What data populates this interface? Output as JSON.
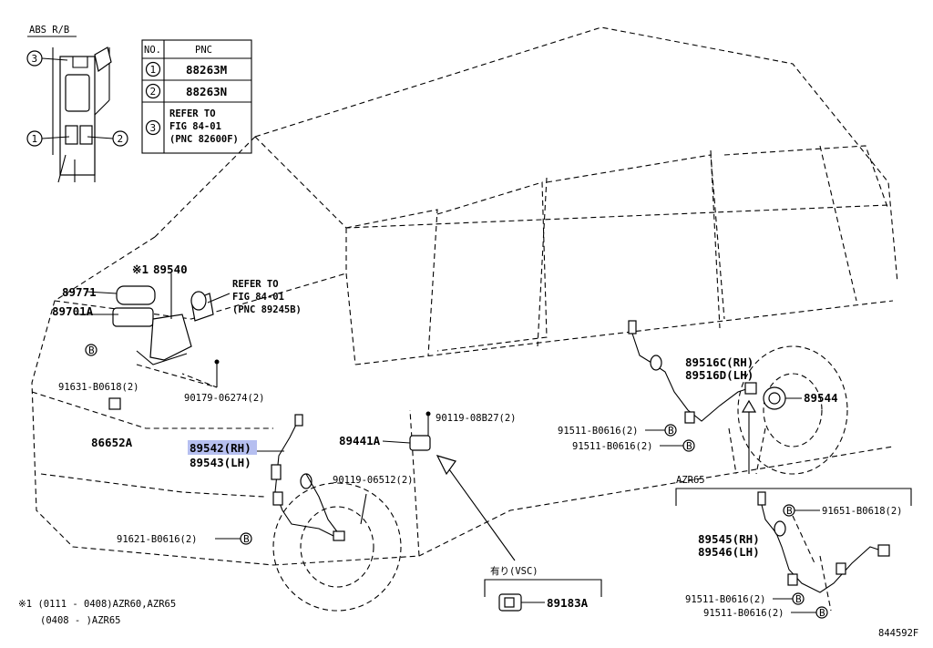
{
  "abs_rb": {
    "title": "ABS R/B",
    "callout_1": "1",
    "callout_2": "2",
    "callout_3": "3"
  },
  "pnc_table": {
    "header_no": "NO.",
    "header_pnc": "PNC",
    "rows": [
      {
        "no": "1",
        "pnc": "88263M"
      },
      {
        "no": "2",
        "pnc": "88263N"
      },
      {
        "no": "3",
        "line1": "REFER TO",
        "line2": "FIG 84-01",
        "line3": "(PNC 82600F)"
      }
    ]
  },
  "parts": {
    "p89540_mark": "※1",
    "p89540": "89540",
    "refer_line1": "REFER TO",
    "refer_line2": "FIG 84-01",
    "refer_line3": "(PNC 89245B)",
    "p89771": "89771",
    "p89701A": "89701A",
    "p91631": "91631-B0618(2)",
    "p90179": "90179-06274(2)",
    "p86652A": "86652A",
    "p89542": "89542(RH)",
    "p89543": "89543(LH)",
    "p90119_06512": "90119-06512(2)",
    "p91621": "91621-B0616(2)",
    "p90119_08B27": "90119-08B27(2)",
    "p89441A": "89441A",
    "p89516C": "89516C(RH)",
    "p89516D": "89516D(LH)",
    "p89544": "89544",
    "p91511_a": "91511-B0616(2)",
    "p91511_b": "91511-B0616(2)",
    "azr65_label": "AZR65",
    "p91651": "91651-B0618(2)",
    "p89545": "89545(RH)",
    "p89546": "89546(LH)",
    "p91511_c": "91511-B0616(2)",
    "p91511_d": "91511-B0616(2)",
    "vsc_label": "有り(VSC)",
    "p89183A": "89183A",
    "bolt_b": "B"
  },
  "footnote": {
    "line1": "※1 (0111 - 0408)AZR60,AZR65",
    "line2": "(0408 -        )AZR65"
  },
  "figure_code": "844592F"
}
